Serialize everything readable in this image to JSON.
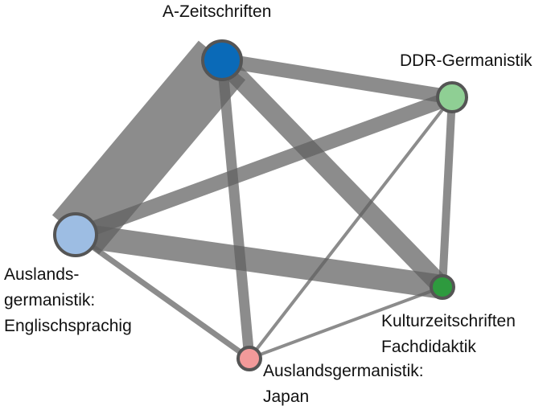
{
  "colors": {
    "edge": "#5f5f5f",
    "node_stroke": "#555555"
  },
  "nodes": [
    {
      "id": "a-zeitschriften",
      "label_lines": [
        "A-Zeitschriften"
      ],
      "fill": "#0a6ab8"
    },
    {
      "id": "ddr-germanistik",
      "label_lines": [
        "DDR-Germanistik"
      ],
      "fill": "#8fcf94"
    },
    {
      "id": "auslandsgermanistik-englischsprachig",
      "label_lines": [
        "Auslands-",
        "germanistik:",
        "Englischsprachig"
      ],
      "fill": "#9dbde3"
    },
    {
      "id": "kulturzeitschriften-fachdidaktik",
      "label_lines": [
        "Kulturzeitschriften",
        "Fachdidaktik"
      ],
      "fill": "#2e9a3e"
    },
    {
      "id": "auslandsgermanistik-japan",
      "label_lines": [
        "Auslandsgermanistik:",
        "Japan"
      ],
      "fill": "#f29a9a"
    }
  ],
  "edges": [
    {
      "source": "a-zeitschriften",
      "target": "ddr-germanistik"
    },
    {
      "source": "a-zeitschriften",
      "target": "auslandsgermanistik-englischsprachig"
    },
    {
      "source": "a-zeitschriften",
      "target": "kulturzeitschriften-fachdidaktik"
    },
    {
      "source": "a-zeitschriften",
      "target": "auslandsgermanistik-japan"
    },
    {
      "source": "ddr-germanistik",
      "target": "auslandsgermanistik-englischsprachig"
    },
    {
      "source": "ddr-germanistik",
      "target": "kulturzeitschriften-fachdidaktik"
    },
    {
      "source": "ddr-germanistik",
      "target": "auslandsgermanistik-japan"
    },
    {
      "source": "auslandsgermanistik-englischsprachig",
      "target": "kulturzeitschriften-fachdidaktik"
    },
    {
      "source": "auslandsgermanistik-englischsprachig",
      "target": "auslandsgermanistik-japan"
    },
    {
      "source": "kulturzeitschriften-fachdidaktik",
      "target": "auslandsgermanistik-japan"
    }
  ]
}
